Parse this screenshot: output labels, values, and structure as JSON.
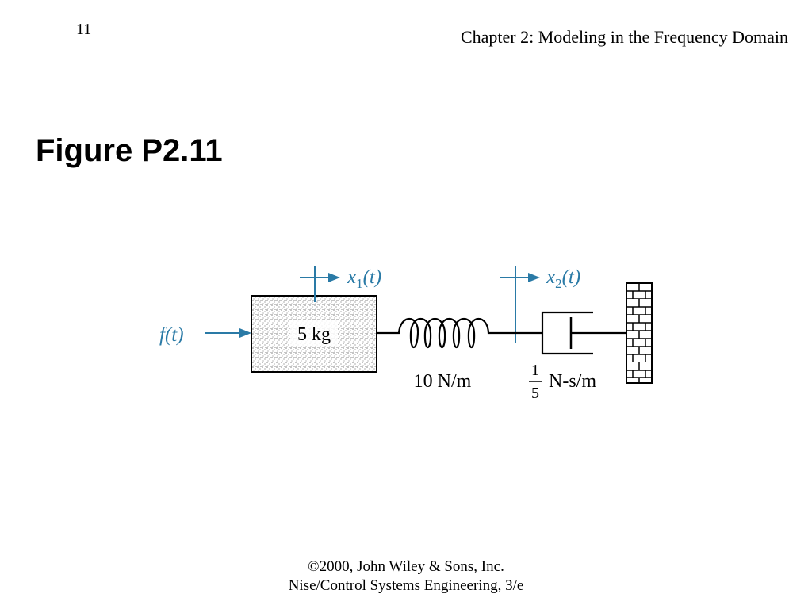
{
  "header": {
    "page_number": "11",
    "chapter": "Chapter 2: Modeling in the Frequency Domain"
  },
  "figure": {
    "title": "Figure P2.11",
    "mass_label": "5 kg",
    "spring_label": "10 N/m",
    "damper_fraction_numerator": "1",
    "damper_fraction_denominator": "5",
    "damper_unit": "N-s/m",
    "force_label": "f(t)",
    "x1_label": "x",
    "x1_subscript": "1",
    "x1_suffix": "(t)",
    "x2_label": "x",
    "x2_subscript": "2",
    "x2_suffix": "(t)",
    "accent_color": "#2a7aa6"
  },
  "footer": {
    "line1": "©2000, John Wiley & Sons, Inc.",
    "line2": "Nise/Control Systems Engineering, 3/e"
  }
}
